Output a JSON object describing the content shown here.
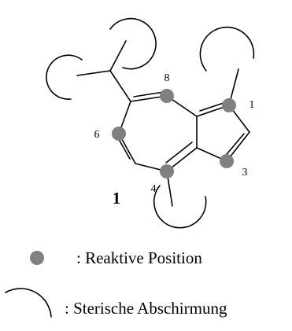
{
  "molecule": {
    "compound_number": "1",
    "positions": {
      "p1": "1",
      "p3": "3",
      "p4": "4",
      "p6": "6",
      "p8": "8"
    }
  },
  "legend": {
    "reactive_label": ": Reaktive Position",
    "steric_label": ": Sterische Abschirmung"
  },
  "colors": {
    "bond": "#000000",
    "reactive_dot": "#808080",
    "background": "#ffffff"
  }
}
